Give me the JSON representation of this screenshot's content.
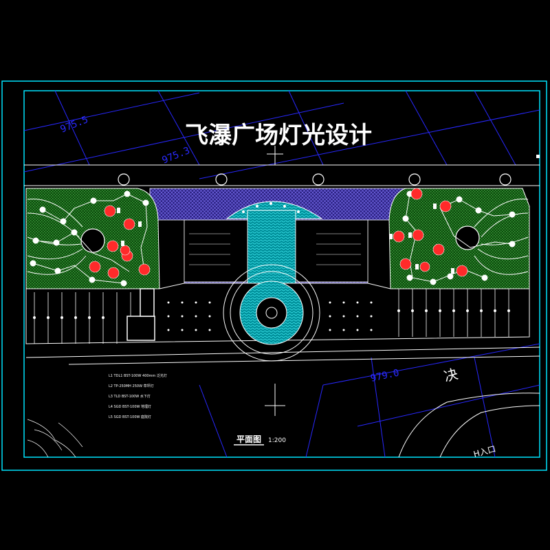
{
  "drawing": {
    "title": "飞瀑广场灯光设计",
    "plan_label": "平面图",
    "scale_label": "1:200",
    "contour_labels": [
      "975.5",
      "975.3",
      "979.0"
    ],
    "road_text": "决",
    "road_text_right": "H入口"
  },
  "legend": {
    "rows": [
      "L1  TDL1  BST-100W  400mm  泛光灯",
      "L2  TP-250MH  250W  草坪灯",
      "L3  TLD  BST-100W  水下灯",
      "L4  SGD  BST-100W  地埋灯",
      "L5  SGD  BST-100W  庭院灯"
    ]
  },
  "colors": {
    "frame": "#00e5ff",
    "grid": "#2222ff",
    "lawn": "#1f7a1f",
    "paving": "#5a4fd6",
    "water": "#00c8c8",
    "light_red": "#ff2a2a",
    "line": "#ffffff"
  }
}
